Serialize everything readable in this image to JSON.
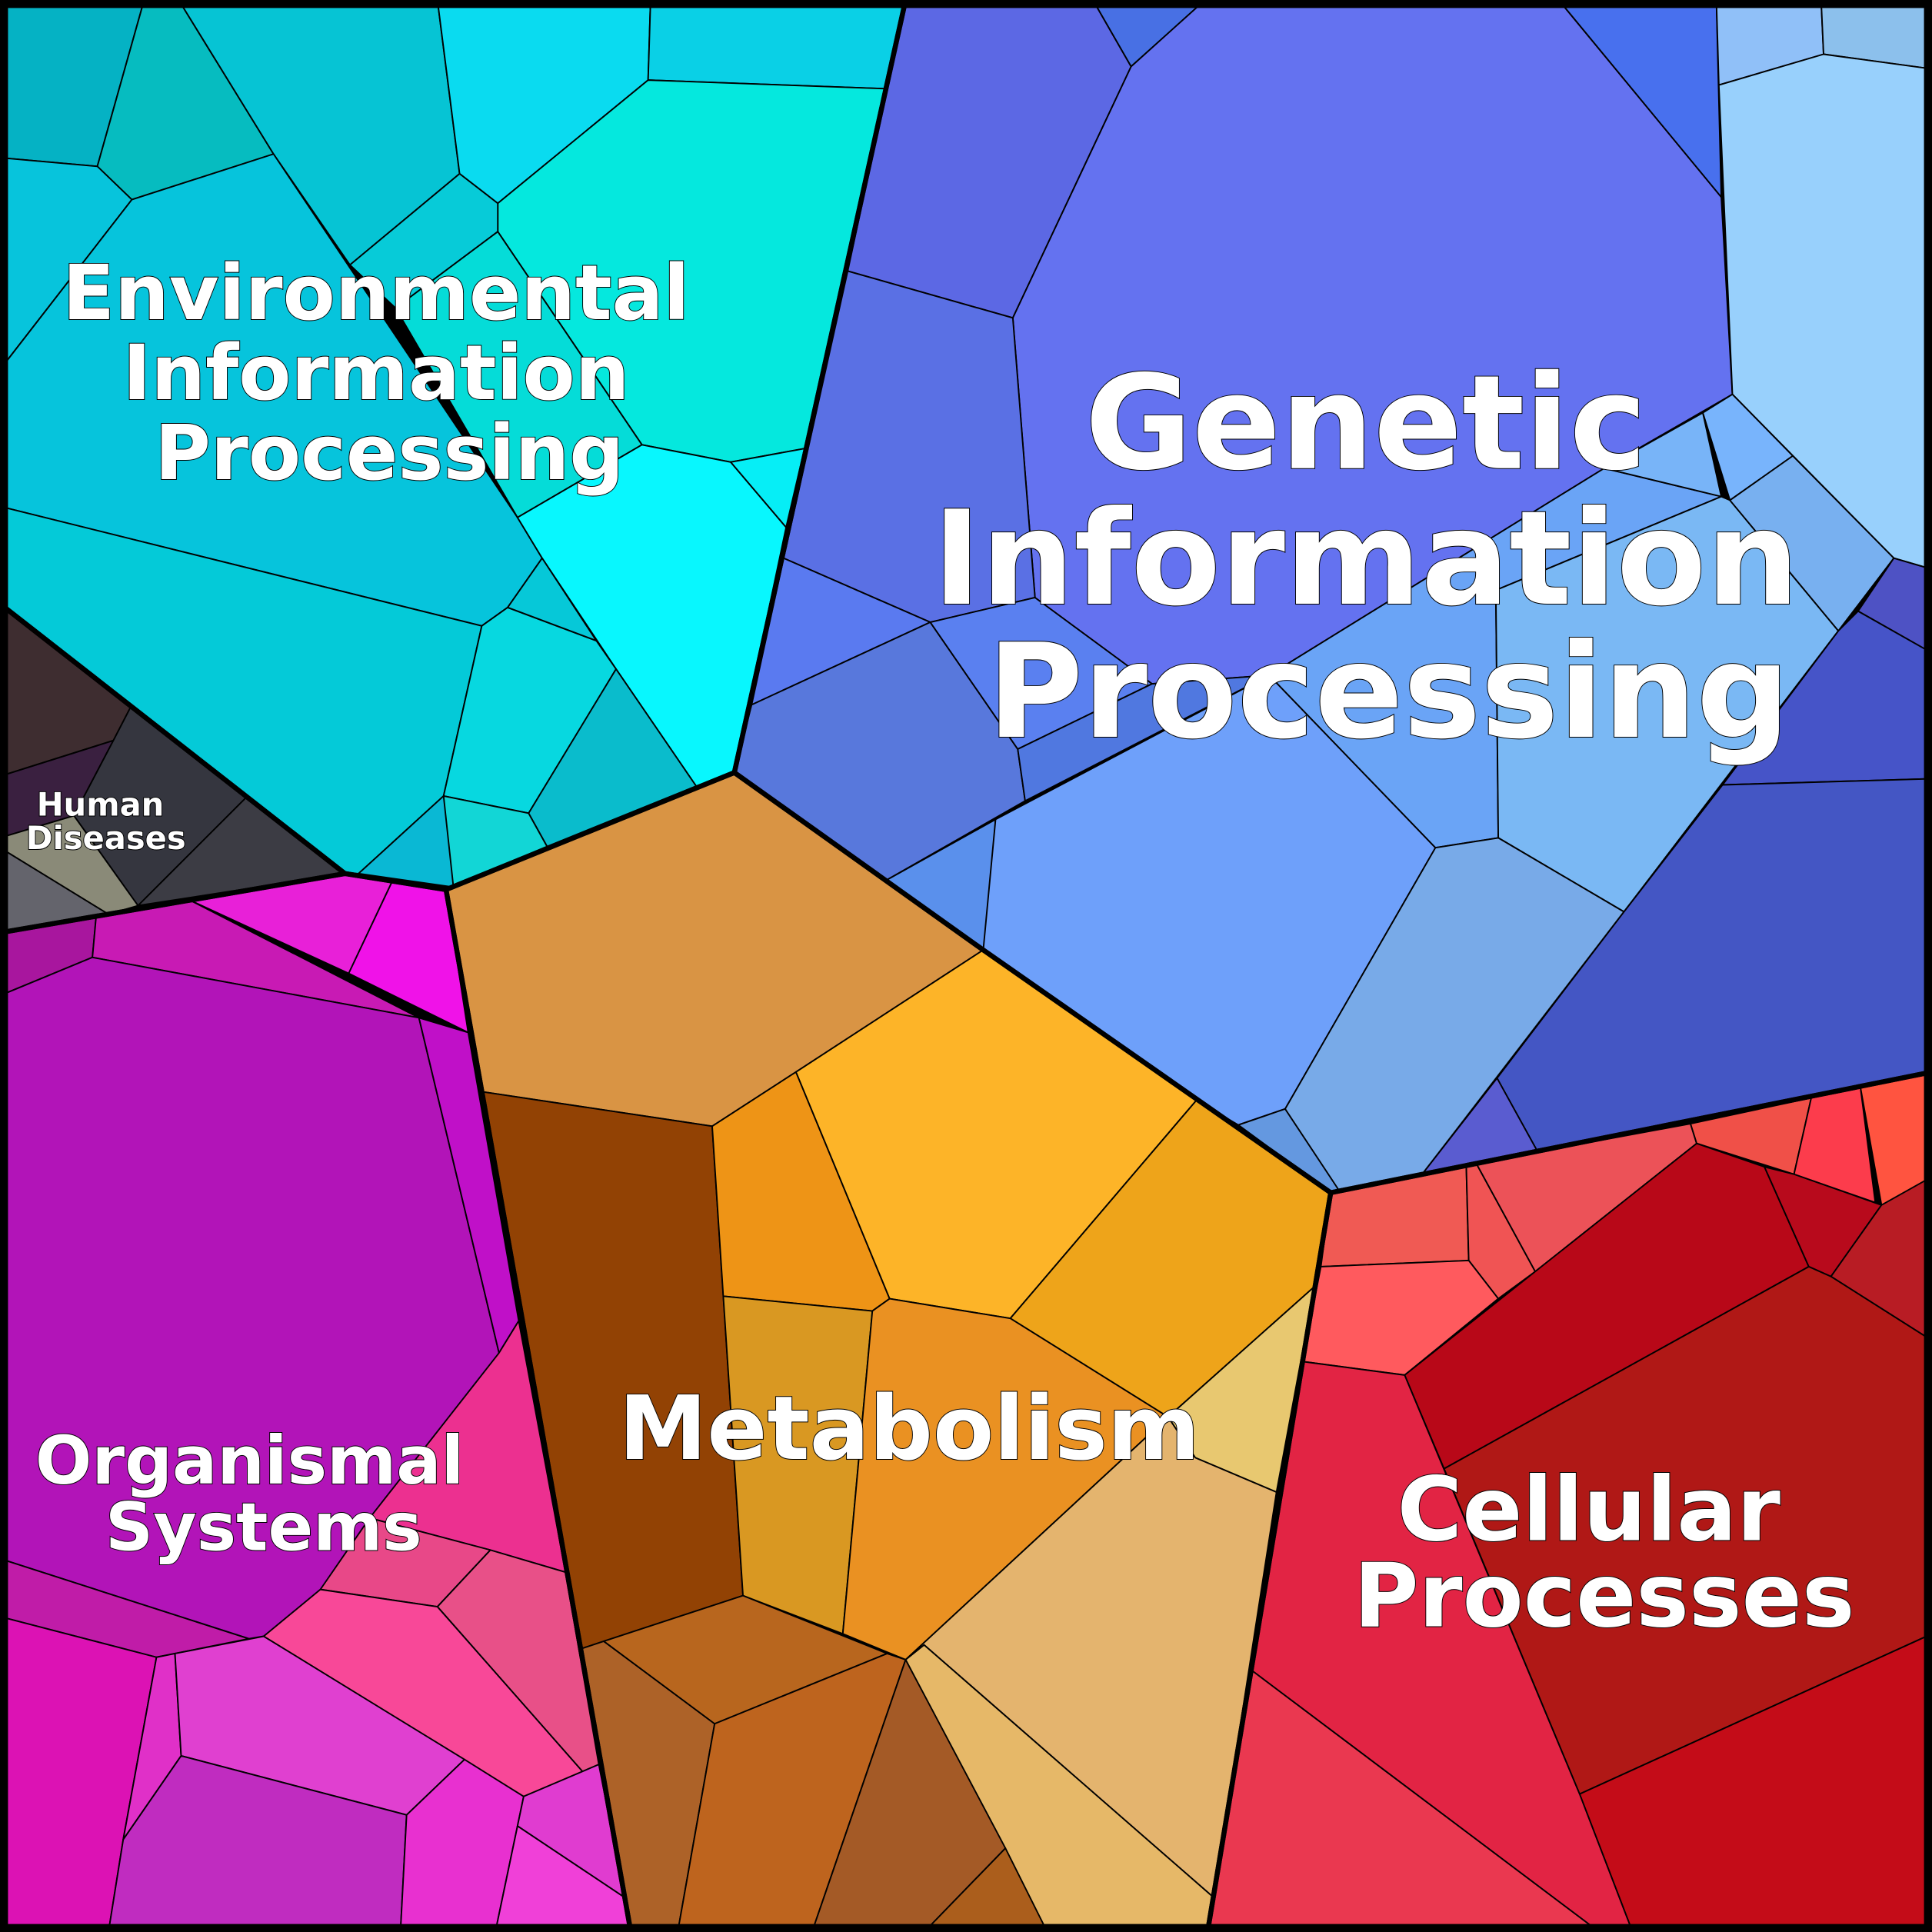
{
  "chart_data": {
    "type": "treemap",
    "subtype": "voronoi",
    "title": "",
    "categories": [
      {
        "name": "Environmental Information Processing",
        "lines": [
          "Environmental",
          "Information",
          "Processing"
        ],
        "color": "#06c8dc"
      },
      {
        "name": "Genetic Information Processing",
        "lines": [
          "Genetic",
          "Information",
          "Processing"
        ],
        "color": "#6472f0"
      },
      {
        "name": "Human Diseases",
        "lines": [
          "Human",
          "Diseases"
        ],
        "color": "#3c3c44"
      },
      {
        "name": "Organismal Systems",
        "lines": [
          "Organismal",
          "Systems"
        ],
        "color": "#b214b8"
      },
      {
        "name": "Metabolism",
        "lines": [
          "Metabolism"
        ],
        "color": "#eea41a"
      },
      {
        "name": "Cellular Processes",
        "lines": [
          "Cellular",
          "Processes"
        ],
        "color": "#e22444"
      }
    ]
  }
}
